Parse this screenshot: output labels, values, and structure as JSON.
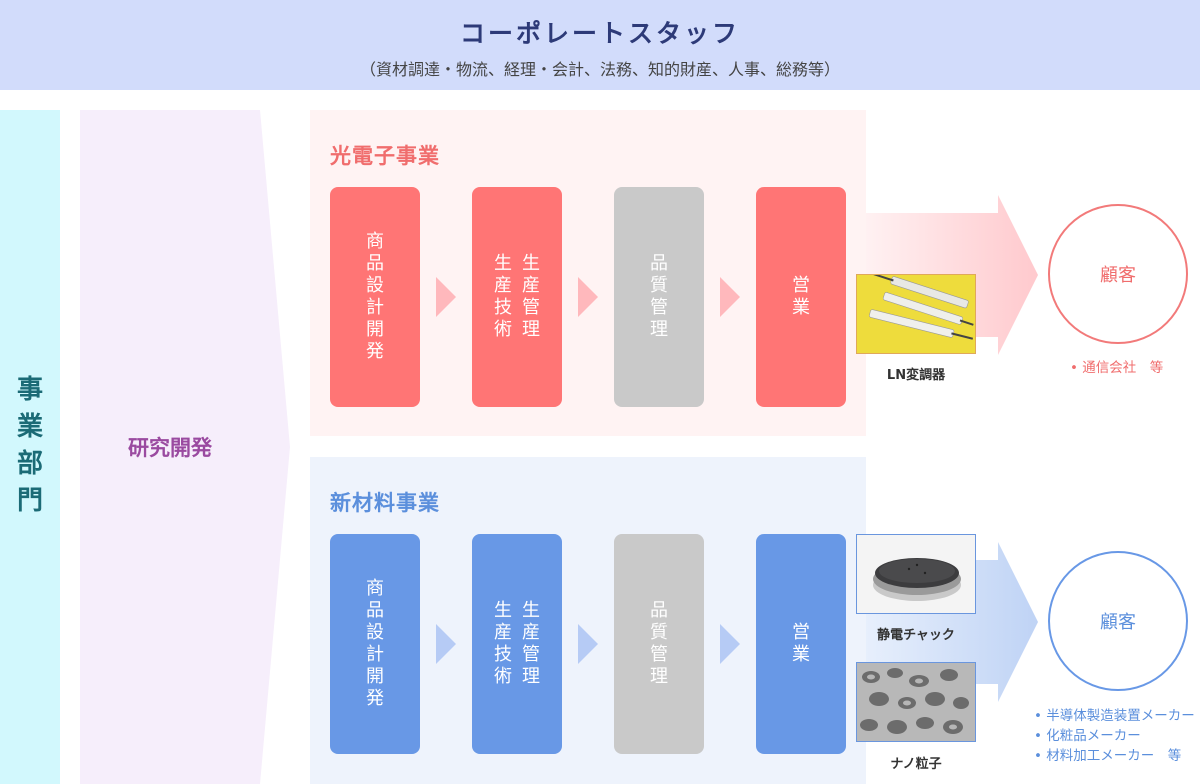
{
  "staff": {
    "title": "コーポレートスタッフ",
    "subtitle": "（資材調達・物流、経理・会計、法務、知的財産、人事、総務等）"
  },
  "division": {
    "chars": [
      "事",
      "業",
      "部",
      "門"
    ]
  },
  "rnd": {
    "label": "研究開発"
  },
  "optical": {
    "title": "光電子事業",
    "steps": {
      "design": [
        "商",
        "品",
        "設",
        "計",
        "開",
        "発"
      ],
      "prod_mgmt": [
        "生",
        "産",
        "管",
        "理"
      ],
      "prod_tech": [
        "生",
        "産",
        "技",
        "術"
      ],
      "quality": [
        "品",
        "質",
        "管",
        "理"
      ],
      "sales": [
        "営",
        "業"
      ]
    },
    "product": "LN変調器",
    "customer": "顧客",
    "customer_list": [
      "通信会社　等"
    ]
  },
  "material": {
    "title": "新材料事業",
    "steps": {
      "design": [
        "商",
        "品",
        "設",
        "計",
        "開",
        "発"
      ],
      "prod_mgmt": [
        "生",
        "産",
        "管",
        "理"
      ],
      "prod_tech": [
        "生",
        "産",
        "技",
        "術"
      ],
      "quality": [
        "品",
        "質",
        "管",
        "理"
      ],
      "sales": [
        "営",
        "業"
      ]
    },
    "products": [
      "静電チャック",
      "ナノ粒子"
    ],
    "customer": "顧客",
    "customer_list": [
      "半導体製造装置メーカー",
      "化粧品メーカー",
      "材料加工メーカー　等"
    ]
  },
  "colors": {
    "optical_accent": "#ff7575",
    "material_accent": "#6898e6",
    "quality_step": "#c9c9c9",
    "staff_band": "#d2dcfb",
    "division_band": "#d2f8fd",
    "rnd_arrow": "#f6eefb"
  }
}
